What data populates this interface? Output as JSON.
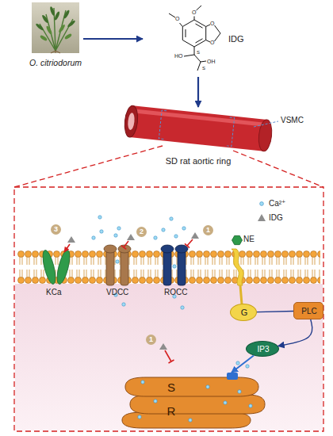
{
  "diagram": {
    "nodes": [
      {
        "text": [
          "O. citriodorum"
        ]
      },
      {
        "text": [
          "IDG"
        ]
      },
      {
        "text": [
          "SD rat aortic ring"
        ]
      },
      {
        "text": [
          "NE"
        ]
      },
      {
        "text": [
          "G"
        ]
      },
      {
        "text": [
          "PLC"
        ]
      },
      {
        "text": [
          "IP3"
        ]
      },
      {
        "text": [
          "S R"
        ]
      }
    ],
    "edges": [
      {
        "from": 0,
        "to": 1,
        "arrow": "to"
      },
      {
        "from": 1,
        "to": 2,
        "arrow": "to"
      },
      {
        "from": 4,
        "to": 5,
        "arrow": "none"
      },
      {
        "from": 5,
        "to": 6,
        "arrow": "to"
      },
      {
        "from": 6,
        "to": 7,
        "arrow": "to"
      }
    ],
    "labels": [
      "HO",
      "OH",
      "S",
      "S",
      "O",
      "O",
      "O",
      "O",
      "VSMC",
      "KCa",
      "VDCC",
      "ROCC",
      "3",
      "2",
      "1",
      "1"
    ],
    "legend": [
      {
        "text": "Ca²⁺"
      },
      {
        "text": "IDG"
      }
    ]
  }
}
